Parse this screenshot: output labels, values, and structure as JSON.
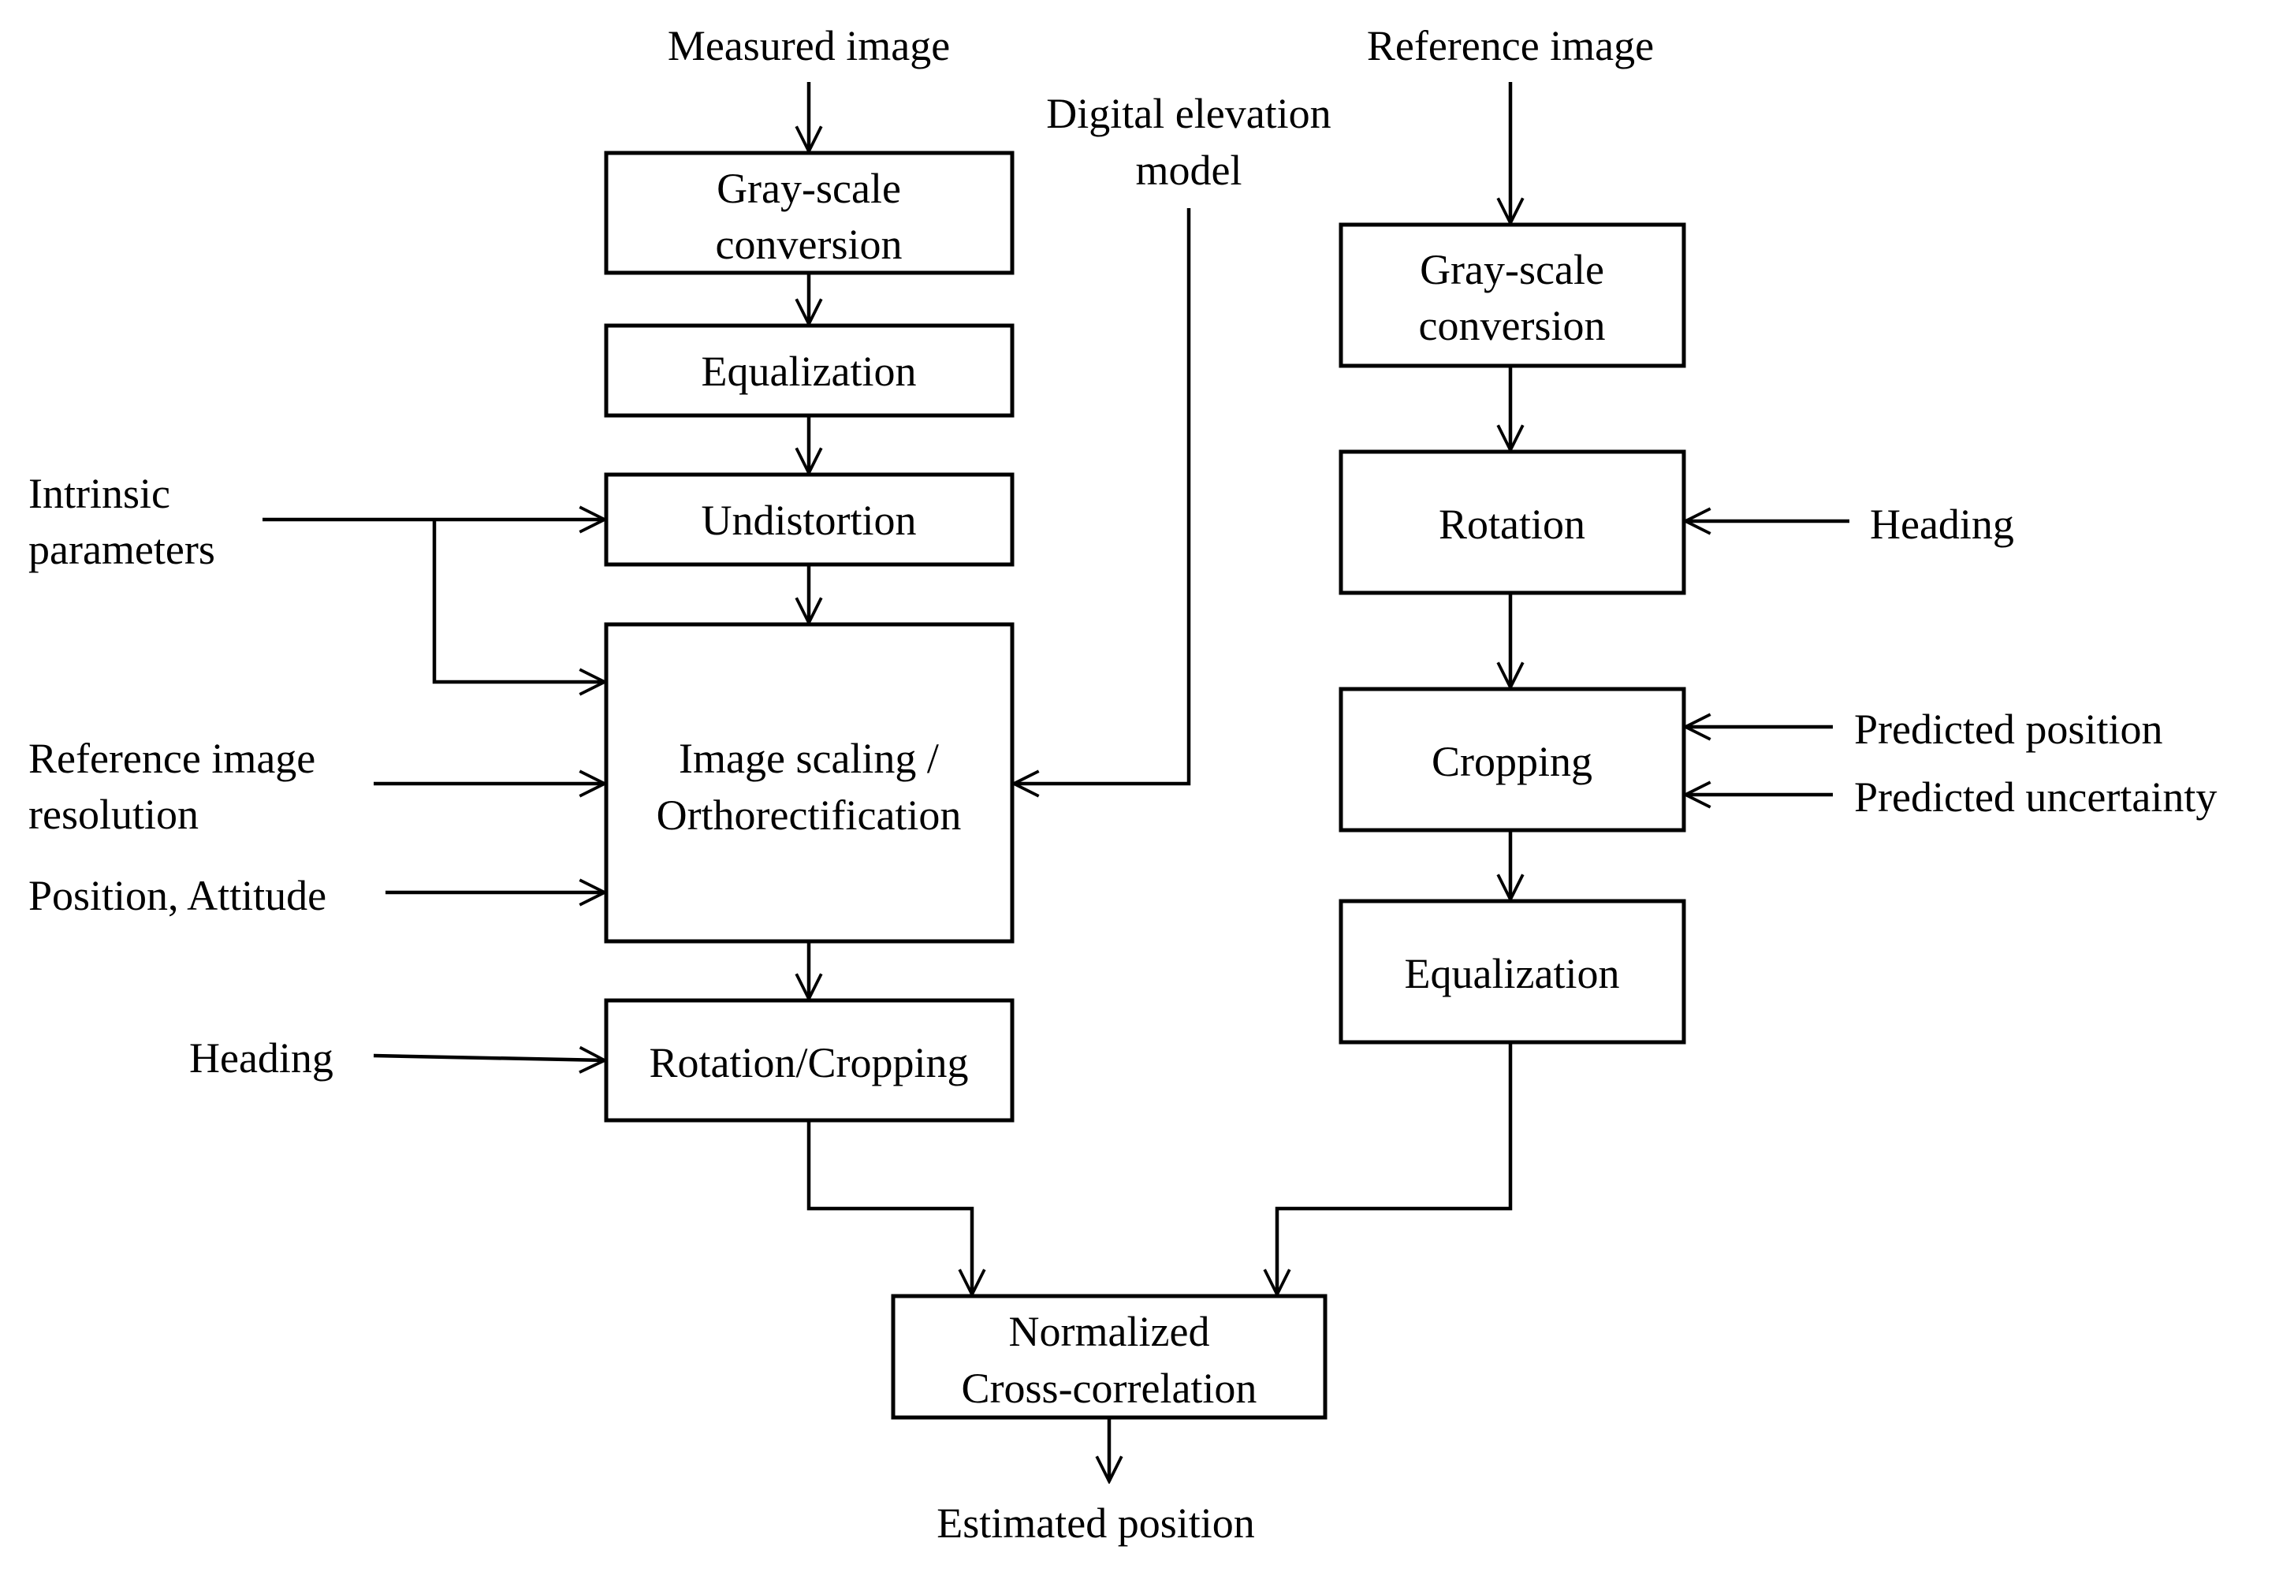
{
  "inputs": {
    "measured_image": "Measured image",
    "reference_image": "Reference image",
    "dem_line1": "Digital elevation",
    "dem_line2": "model",
    "intrinsic_line1": "Intrinsic",
    "intrinsic_line2": "parameters",
    "ref_res_line1": "Reference image",
    "ref_res_line2": "resolution",
    "position_attitude": "Position, Attitude",
    "heading_left": "Heading",
    "heading_right": "Heading",
    "predicted_position": "Predicted position",
    "predicted_uncertainty": "Predicted uncertainty"
  },
  "left_chain": {
    "grayscale_line1": "Gray-scale",
    "grayscale_line2": "conversion",
    "equalization": "Equalization",
    "undistortion": "Undistortion",
    "scaling_line1": "Image scaling /",
    "scaling_line2": "Orthorectification",
    "rotation_cropping": "Rotation/Cropping"
  },
  "right_chain": {
    "grayscale_line1": "Gray-scale",
    "grayscale_line2": "conversion",
    "rotation": "Rotation",
    "cropping": "Cropping",
    "equalization": "Equalization"
  },
  "output": {
    "ncc_line1": "Normalized",
    "ncc_line2": "Cross-correlation",
    "estimated_position": "Estimated position"
  },
  "colors": {
    "stroke": "#000000",
    "background": "#ffffff"
  }
}
